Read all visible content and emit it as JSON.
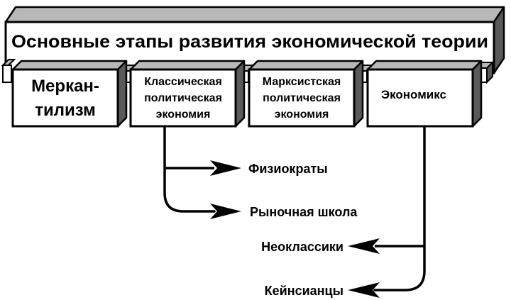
{
  "diagram": {
    "title": "Основные этапы развития экономической теории",
    "stages": [
      {
        "id": "mercantilism",
        "lines": [
          "Меркан-",
          "тилизм"
        ]
      },
      {
        "id": "classical",
        "lines": [
          "Классическая",
          "политическая",
          "экономия"
        ]
      },
      {
        "id": "marxist",
        "lines": [
          "Марксистская",
          "политическая",
          "экономия"
        ]
      },
      {
        "id": "economics",
        "lines": [
          "Экономикс"
        ]
      }
    ],
    "branches": {
      "physiocrats": "Физиократы",
      "market_school": "Рыночная школа",
      "neoclassics": "Неоклассики",
      "keynesians": "Кейнсианцы"
    },
    "colors": {
      "stroke": "#000000",
      "face": "#ffffff",
      "top_shade": "#b8b8b8",
      "side_shade": "#5a5a5a",
      "text": "#000000"
    }
  }
}
